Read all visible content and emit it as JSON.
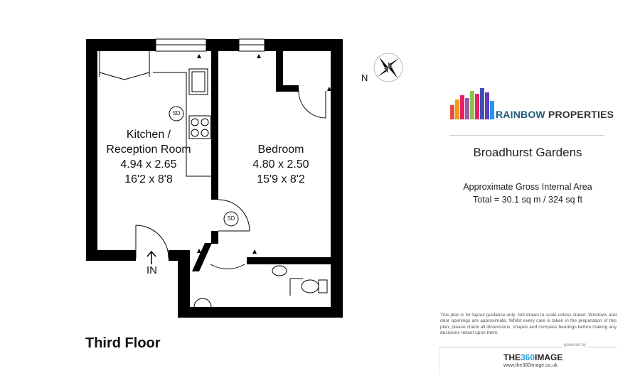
{
  "rooms": {
    "kitchen": {
      "name_line1": "Kitchen /",
      "name_line2": "Reception Room",
      "metric": "4.94 x 2.65",
      "imperial": "16'2 x 8'8"
    },
    "bedroom": {
      "name": "Bedroom",
      "metric": "4.80 x 2.50",
      "imperial": "15'9 x 8'2"
    }
  },
  "symbols": {
    "sd": "SD",
    "entrance": "IN",
    "compass_north": "N"
  },
  "floor": {
    "label": "Third Floor"
  },
  "brand": {
    "prefix": "RAINBOW",
    "suffix": " PROPERTIES",
    "bar_colors": [
      "#e84c3d",
      "#f39c12",
      "#e91e63",
      "#9b59b6",
      "#8bc34a",
      "#e91e63",
      "#3f51b5",
      "#673ab7",
      "#2196f3"
    ]
  },
  "property": {
    "name": "Broadhurst Gardens"
  },
  "area": {
    "title": "Approximate Gross Internal Area",
    "total": "Total =  30.1 sq m / 324 sq ft"
  },
  "disclaimer": "This plan is for layout guidance only. Not drawn to scale unless stated. Windows and door openings are approximate. Whilst every care is taken in the preparation of this plan, please check all dimensions, shapes and compass bearings before making any decisions reliant upon them.",
  "powered_by": {
    "label": "powered by",
    "logo_part1": "THE",
    "logo_part2": "360",
    "logo_part3": "IMAGE",
    "website": "www.the360image.co.uk"
  }
}
